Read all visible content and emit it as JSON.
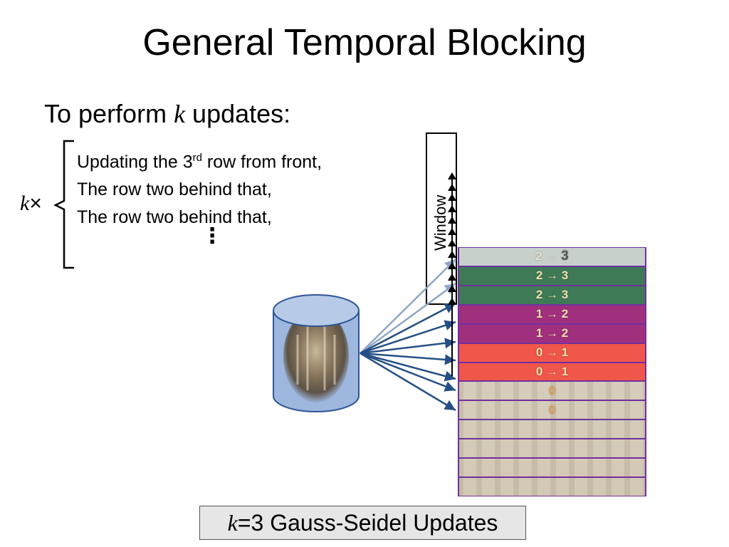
{
  "slide": {
    "title": "General Temporal Blocking",
    "intro_prefix": "To perform ",
    "intro_var": "k",
    "intro_suffix": " updates:",
    "repeat_var": "k",
    "repeat_symbol": "×",
    "steps": [
      {
        "before": "Updating the 3",
        "sup": "rd",
        "after": " row from front,"
      },
      {
        "before": "The row two behind that,",
        "sup": "",
        "after": ""
      },
      {
        "before": "The row two behind that,",
        "sup": "",
        "after": ""
      }
    ],
    "ellipsis": "⋮",
    "window_label": "Window",
    "caption_var": "k",
    "caption_text": "=3 Gauss-Seidel Updates"
  },
  "rows": [
    {
      "label": "2 → 3",
      "fill": "#c8d0cb",
      "text_color": "#e8e0d0",
      "highlight": "3"
    },
    {
      "label": "2 → 3",
      "fill": "#3e7a55",
      "text_color": "#f2e3b0"
    },
    {
      "label": "2 → 3",
      "fill": "#3e7a55",
      "text_color": "#f2e3b0"
    },
    {
      "label": "1 → 2",
      "fill": "#a0307e",
      "text_color": "#f2e3b0"
    },
    {
      "label": "1 → 2",
      "fill": "#a0307e",
      "text_color": "#f2e3b0"
    },
    {
      "label": "0 → 1",
      "fill": "#f0564a",
      "text_color": "#f2e3b0"
    },
    {
      "label": "0 → 1",
      "fill": "#f0564a",
      "text_color": "#f2e3b0"
    },
    {
      "label": "0",
      "fill": "transparent",
      "text_color": "#e6a25c"
    },
    {
      "label": "0",
      "fill": "transparent",
      "text_color": "#e6a25c"
    },
    {
      "label": "",
      "fill": "transparent",
      "text_color": "#e6a25c"
    },
    {
      "label": "",
      "fill": "transparent",
      "text_color": "#e6a25c"
    },
    {
      "label": "",
      "fill": "transparent",
      "text_color": "#e6a25c"
    },
    {
      "label": "",
      "fill": "transparent",
      "text_color": "#e6a25c"
    }
  ],
  "colors": {
    "arrow_blue": "#254f85",
    "arrow_light_blue": "#8fa7c6",
    "border_purple": "#7030a0",
    "disk_fill": "#9db7de",
    "disk_stroke": "#2f5597"
  },
  "icons": {
    "storage": "storage-cylinder-icon"
  }
}
